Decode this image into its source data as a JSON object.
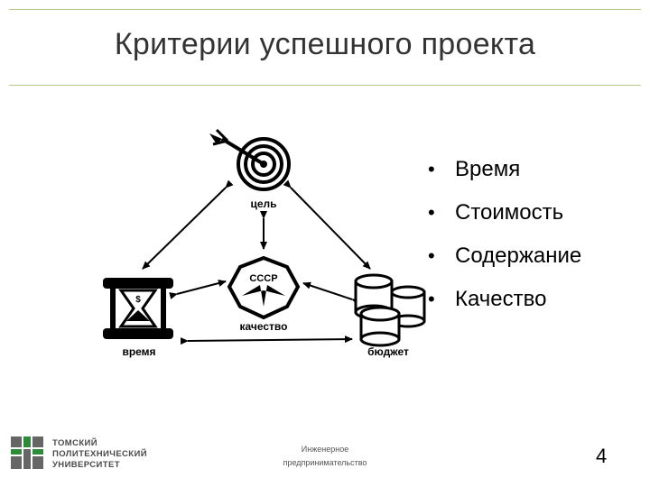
{
  "slide": {
    "title": "Критерии успешного проекта"
  },
  "diagram": {
    "labels": {
      "goal": "цель",
      "quality_emblem": "СССР",
      "quality": "качество",
      "time": "время",
      "budget": "бюджет"
    }
  },
  "bullets": [
    {
      "marker": "•",
      "text": "Время"
    },
    {
      "marker": "•",
      "text": "Стоимость"
    },
    {
      "marker": "•",
      "text": "Содержание"
    },
    {
      "marker": "•",
      "text": "Качество"
    }
  ],
  "footer": {
    "line1": "Инженерное",
    "line2": "предпринимательство",
    "page_number": "4"
  },
  "university_logo": {
    "line1": "ТОМСКИЙ",
    "line2": "ПОЛИТЕХНИЧЕСКИЙ",
    "line3": "УНИВЕРСИТЕТ"
  },
  "colors": {
    "rule": "#b5c98a",
    "logo_green": "#2e8b3a",
    "logo_gray": "#666666"
  }
}
